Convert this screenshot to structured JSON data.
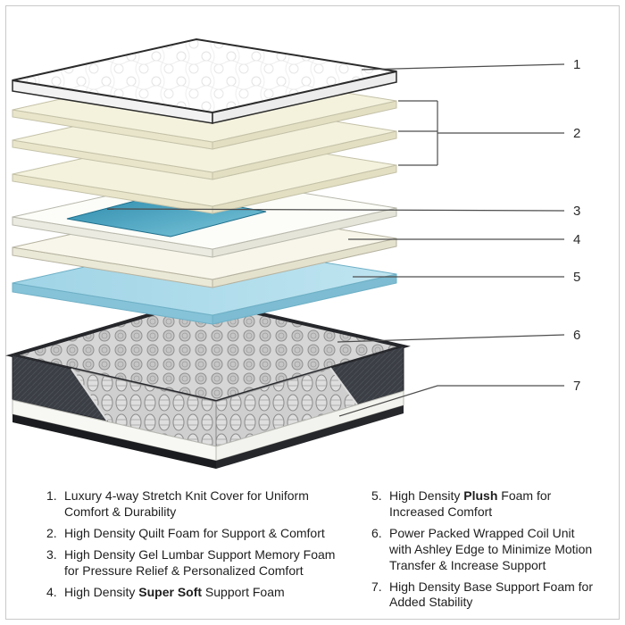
{
  "diagram": {
    "callouts": [
      {
        "num": "1"
      },
      {
        "num": "2"
      },
      {
        "num": "3"
      },
      {
        "num": "4"
      },
      {
        "num": "5"
      },
      {
        "num": "6"
      },
      {
        "num": "7"
      }
    ]
  },
  "legend": {
    "left": [
      {
        "num": "1.",
        "pre": "Luxury 4-way Stretch Knit Cover for Uniform Comfort & Durability",
        "bold": "",
        "post": ""
      },
      {
        "num": "2.",
        "pre": "High Density Quilt Foam for Support & Comfort",
        "bold": "",
        "post": ""
      },
      {
        "num": "3.",
        "pre": "High Density Gel Lumbar Support Memory Foam for Pressure Relief & Personalized Comfort",
        "bold": "",
        "post": ""
      },
      {
        "num": "4.",
        "pre": "High Density ",
        "bold": "Super Soft",
        "post": " Support Foam"
      }
    ],
    "right": [
      {
        "num": "5.",
        "pre": "High Density ",
        "bold": "Plush",
        "post": " Foam for Increased Comfort"
      },
      {
        "num": "6.",
        "pre": "Power Packed Wrapped Coil Unit with Ashley Edge to Minimize Motion Transfer & Increase Support",
        "bold": "",
        "post": ""
      },
      {
        "num": "7.",
        "pre": "High Density Base Support Foam for Added Stability",
        "bold": "",
        "post": ""
      }
    ]
  },
  "colors": {
    "gel_teal": "#2e8fae",
    "foam_blue": "#a9d9e9",
    "foam_cream": "#f4f2dd",
    "fabric_dark": "#3b3e44",
    "coil_gray": "#c9c9c9",
    "callout_line": "#4d4d4d"
  }
}
